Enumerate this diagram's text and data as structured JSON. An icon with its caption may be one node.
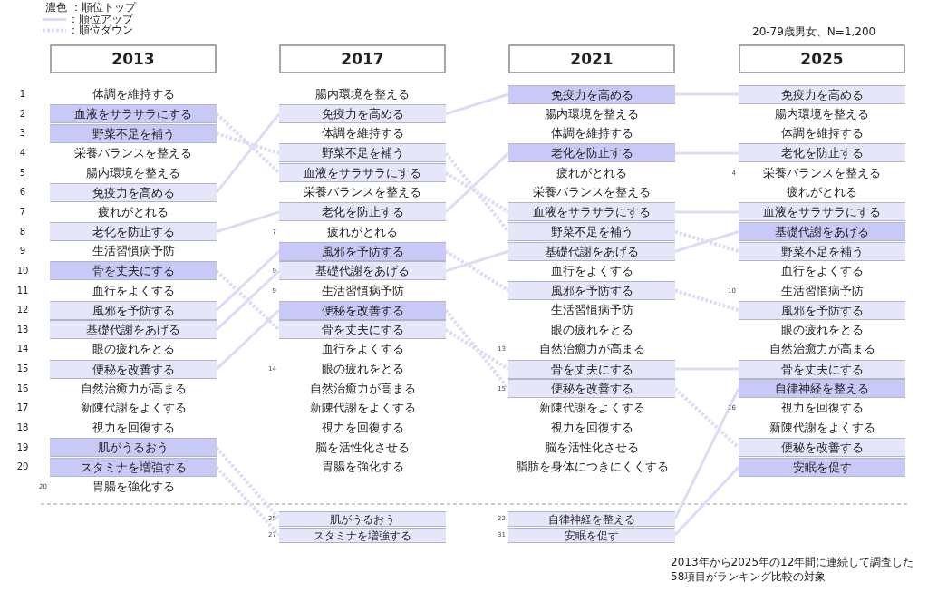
{
  "diagram": {
    "nodes": [
      {
        "text": [
          "2013"
        ]
      },
      {
        "text": [
          "2017"
        ]
      },
      {
        "text": [
          "2021"
        ]
      },
      {
        "text": [
          "2025"
        ]
      },
      {
        "text": [
          "血液をサラサラにする"
        ]
      },
      {
        "text": [
          "野菜不足を補う"
        ]
      },
      {
        "text": [
          "免疫力を高める"
        ]
      },
      {
        "text": [
          "老化を防止する"
        ]
      },
      {
        "text": [
          "骨を丈夫にする"
        ]
      },
      {
        "text": [
          "風邪を予防する"
        ]
      },
      {
        "text": [
          "基礎代謝をあげる"
        ]
      },
      {
        "text": [
          "便秘を改善する"
        ]
      },
      {
        "text": [
          "肌がうるおう"
        ]
      },
      {
        "text": [
          "スタミナを増強する"
        ]
      },
      {
        "text": [
          "免疫力を高める"
        ]
      },
      {
        "text": [
          "野菜不足を補う"
        ]
      },
      {
        "text": [
          "血液をサラサラにする"
        ]
      },
      {
        "text": [
          "老化を防止する"
        ]
      },
      {
        "text": [
          "風邪を予防する"
        ]
      },
      {
        "text": [
          "基礎代謝をあげる"
        ],
        "beside": [
          "9"
        ]
      },
      {
        "text": [
          "便秘を改善する"
        ]
      },
      {
        "text": [
          "骨を丈夫にする"
        ]
      },
      {
        "text": [
          "肌がうるおう"
        ],
        "beside": [
          "25"
        ]
      },
      {
        "text": [
          "スタミナを増強する"
        ],
        "beside": [
          "27"
        ]
      },
      {
        "text": [
          "免疫力を高める"
        ]
      },
      {
        "text": [
          "老化を防止する"
        ]
      },
      {
        "text": [
          "血液をサラサラにする"
        ]
      },
      {
        "text": [
          "野菜不足を補う"
        ]
      },
      {
        "text": [
          "基礎代謝をあげる"
        ]
      },
      {
        "text": [
          "風邪を予防する"
        ]
      },
      {
        "text": [
          "骨を丈夫にする"
        ]
      },
      {
        "text": [
          "便秘を改善する"
        ],
        "beside": [
          "15"
        ]
      },
      {
        "text": [
          "自律神経を整える"
        ],
        "beside": [
          "22"
        ]
      },
      {
        "text": [
          "安眠を促す"
        ],
        "beside": [
          "31"
        ]
      },
      {
        "text": [
          "免疫力を高める"
        ]
      },
      {
        "text": [
          "老化を防止する"
        ]
      },
      {
        "text": [
          "血液をサラサラにする"
        ]
      },
      {
        "text": [
          "基礎代謝をあげる"
        ]
      },
      {
        "text": [
          "野菜不足を補う"
        ]
      },
      {
        "text": [
          "風邪を予防する"
        ]
      },
      {
        "text": [
          "骨を丈夫にする"
        ]
      },
      {
        "text": [
          "自律神経を整える"
        ]
      },
      {
        "text": [
          "便秘を改善する"
        ]
      },
      {
        "text": [
          "安眠を促す"
        ]
      }
    ],
    "edges": [
      {
        "from": 4,
        "to": 16,
        "arrow": "none",
        "style": "dashed"
      },
      {
        "from": 5,
        "to": 15,
        "arrow": "none",
        "style": "dashed"
      },
      {
        "from": 6,
        "to": 14,
        "arrow": "none"
      },
      {
        "from": 7,
        "to": 17,
        "arrow": "none"
      },
      {
        "from": 8,
        "to": 21,
        "arrow": "none",
        "style": "dashed"
      },
      {
        "from": 9,
        "to": 18,
        "arrow": "none"
      },
      {
        "from": 10,
        "to": 19,
        "arrow": "none"
      },
      {
        "from": 11,
        "to": 20,
        "arrow": "none"
      },
      {
        "from": 12,
        "to": 22,
        "arrow": "none",
        "style": "dashed"
      },
      {
        "from": 13,
        "to": 23,
        "arrow": "none",
        "style": "dashed"
      },
      {
        "from": 14,
        "to": 24,
        "arrow": "none"
      },
      {
        "from": 15,
        "to": 27,
        "arrow": "none",
        "style": "dashed"
      },
      {
        "from": 16,
        "to": 26,
        "arrow": "none",
        "style": "dashed"
      },
      {
        "from": 17,
        "to": 25,
        "arrow": "none"
      },
      {
        "from": 18,
        "to": 29,
        "arrow": "none",
        "style": "dashed"
      },
      {
        "from": 19,
        "to": 28,
        "arrow": "none"
      },
      {
        "from": 20,
        "to": 31,
        "arrow": "none",
        "style": "dashed"
      },
      {
        "from": 21,
        "to": 30,
        "arrow": "none",
        "style": "dashed"
      },
      {
        "from": 24,
        "to": 34,
        "arrow": "none"
      },
      {
        "from": 25,
        "to": 35,
        "arrow": "none"
      },
      {
        "from": 26,
        "to": 36,
        "arrow": "none"
      },
      {
        "from": 27,
        "to": 38,
        "arrow": "none",
        "style": "dashed"
      },
      {
        "from": 28,
        "to": 37,
        "arrow": "none"
      },
      {
        "from": 29,
        "to": 39,
        "arrow": "none",
        "style": "dashed"
      },
      {
        "from": 30,
        "to": 40,
        "arrow": "none"
      },
      {
        "from": 31,
        "to": 42,
        "arrow": "none",
        "style": "dashed"
      },
      {
        "from": 32,
        "to": 41,
        "arrow": "none"
      },
      {
        "from": 33,
        "to": 43,
        "arrow": "none"
      }
    ],
    "labels": [
      "20-79歳男女、N=1,200",
      "1",
      "2",
      "3",
      "4",
      "5",
      "6",
      "7",
      "8",
      "9",
      "10",
      "11",
      "12",
      "13",
      "14",
      "15",
      "16",
      "17",
      "18",
      "19",
      "20",
      "体調を維持する",
      "栄養バランスを整える",
      "腸内環境を整える",
      "疲れがとれる",
      "生活習慣病予防",
      "血行をよくする",
      "眼の疲れをとる",
      "自然治癒力が高まる",
      "新陳代謝をよくする",
      "視力を回復する",
      "20",
      "胃腸を強化する",
      "腸内環境を整える",
      "体調を維持する",
      "栄養バランスを整える",
      "7",
      "疲れがとれる",
      "9",
      "生活習慣病予防",
      "血行をよくする",
      "14",
      "眼の疲れをとる",
      "自然治癒力が高まる",
      "新陳代謝をよくする",
      "視力を回復する",
      "脳を活性化させる",
      "胃腸を強化する",
      "腸内環境を整える",
      "体調を維持する",
      "疲れがとれる",
      "栄養バランスを整える",
      "血行をよくする",
      "生活習慣病予防",
      "眼の疲れをとる",
      "13",
      "自然治癒力が高まる",
      "新陳代謝をよくする",
      "視力を回復する",
      "脳を活性化させる",
      "脂肪を身体につきにくくする",
      "腸内環境を整える",
      "体調を維持する",
      "4",
      "栄養バランスを整える",
      "疲れがとれる",
      "血行をよくする",
      "10",
      "生活習慣病予防",
      "眼の疲れをとる",
      "自然治癒力が高まる",
      "16",
      "視力を回復する",
      "新陳代謝をよくする",
      "2013年から2025年の12年間に連続して調査した58項目がランキング比較の対象"
    ],
    "legend": [
      {
        "text": "濃色 ：順位トップ"
      },
      {
        "text": "：順位アップ"
      },
      {
        "text": "：順位ダウン"
      }
    ]
  }
}
